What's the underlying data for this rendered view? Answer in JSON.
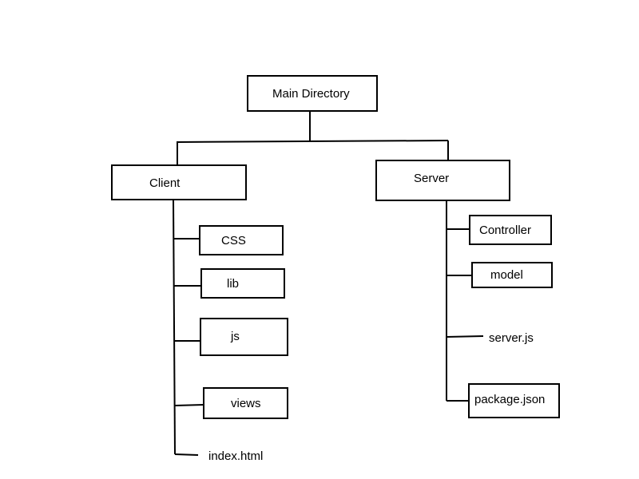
{
  "root": {
    "label": "Main Directory"
  },
  "client": {
    "label": "Client",
    "children": [
      "CSS",
      "lib",
      "js",
      "views",
      "index.html"
    ]
  },
  "server": {
    "label": "Server",
    "children": [
      "Controller",
      "model",
      "server.js",
      "package.json"
    ]
  }
}
